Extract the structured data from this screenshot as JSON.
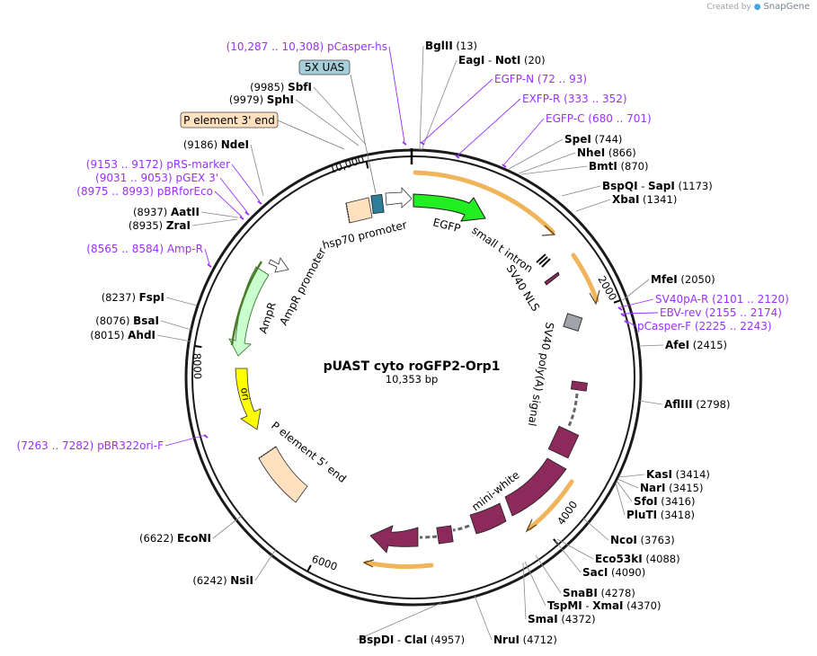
{
  "credit": {
    "prefix": "Created by",
    "brand": "SnapGene"
  },
  "plasmid": {
    "name": "pUAST cyto roGFP2-Orp1",
    "length_label": "10,353 bp",
    "length": 10353
  },
  "ticks": [
    {
      "bp": 2000,
      "label": "2000"
    },
    {
      "bp": 4000,
      "label": "4000"
    },
    {
      "bp": 6000,
      "label": "6000"
    },
    {
      "bp": 8000,
      "label": "8000"
    },
    {
      "bp": 10000,
      "label": "10,000"
    }
  ],
  "sites": [
    {
      "name": "BglII",
      "pos": "(13)"
    },
    {
      "name": "EagI",
      "name2": "NotI",
      "pos": "(20)"
    },
    {
      "name": "SpeI",
      "pos": "(744)"
    },
    {
      "name": "NheI",
      "pos": "(866)"
    },
    {
      "name": "BmtI",
      "pos": "(870)"
    },
    {
      "name": "BspQI",
      "name2": "SapI",
      "pos": "(1173)"
    },
    {
      "name": "XbaI",
      "pos": "(1341)"
    },
    {
      "name": "MfeI",
      "pos": "(2050)"
    },
    {
      "name": "AfeI",
      "pos": "(2415)"
    },
    {
      "name": "AflIII",
      "pos": "(2798)"
    },
    {
      "name": "KasI",
      "pos": "(3414)"
    },
    {
      "name": "NarI",
      "pos": "(3415)"
    },
    {
      "name": "SfoI",
      "pos": "(3416)"
    },
    {
      "name": "PluTI",
      "pos": "(3418)"
    },
    {
      "name": "NcoI",
      "pos": "(3763)"
    },
    {
      "name": "Eco53kI",
      "pos": "(4088)"
    },
    {
      "name": "SacI",
      "pos": "(4090)"
    },
    {
      "name": "SnaBI",
      "pos": "(4278)"
    },
    {
      "name": "TspMI",
      "name2": "XmaI",
      "pos": "(4370)"
    },
    {
      "name": "SmaI",
      "pos": "(4372)"
    },
    {
      "name": "NruI",
      "pos": "(4712)"
    },
    {
      "name": "BspDI",
      "name2": "ClaI",
      "pos": "(4957)"
    },
    {
      "name": "NsiI",
      "pos": "(6242)"
    },
    {
      "name": "EcoNI",
      "pos": "(6622)"
    },
    {
      "name": "AhdI",
      "pos": "(8015)"
    },
    {
      "name": "BsaI",
      "pos": "(8076)"
    },
    {
      "name": "FspI",
      "pos": "(8237)"
    },
    {
      "name": "ZraI",
      "pos": "(8935)"
    },
    {
      "name": "AatII",
      "pos": "(8937)"
    },
    {
      "name": "NdeI",
      "pos": "(9186)"
    },
    {
      "name": "SphI",
      "pos": "(9979)"
    },
    {
      "name": "SbfI",
      "pos": "(9985)"
    }
  ],
  "primers": [
    {
      "range": "(10,287 .. 10,308)",
      "name": "pCasper-hs"
    },
    {
      "name": "EGFP-N",
      "range": "(72 .. 93)"
    },
    {
      "name": "EXFP-R",
      "range": "(333 .. 352)"
    },
    {
      "name": "EGFP-C",
      "range": "(680 .. 701)"
    },
    {
      "name": "SV40pA-R",
      "range": "(2101 .. 2120)"
    },
    {
      "name": "EBV-rev",
      "range": "(2155 .. 2174)"
    },
    {
      "name": "pCasper-F",
      "range": "(2225 .. 2243)"
    },
    {
      "range": "(9153 .. 9172)",
      "name": "pRS-marker"
    },
    {
      "range": "(9031 .. 9053)",
      "name": "pGEX 3'"
    },
    {
      "range": "(8975 .. 8993)",
      "name": "pBRforEco"
    },
    {
      "range": "(8565 .. 8584)",
      "name": "Amp-R"
    },
    {
      "range": "(7263 .. 7282)",
      "name": "pBR322ori-F"
    }
  ],
  "features": {
    "uas": "5X UAS",
    "p3": "P element 3' end",
    "hsp70": "hsp70 promoter",
    "egfp": "EGFP",
    "small_t": "small t intron",
    "sv40nls": "SV40 NLS",
    "sv40pa": "SV40 poly(A) signal",
    "mini_white": "mini-white",
    "p5": "P element 5' end",
    "ori": "ori",
    "ampr": "AmpR",
    "ampr_promoter": "AmpR promoter"
  },
  "colors": {
    "backbone": "#1a1a1a",
    "primer": "#9b30ff",
    "egfp": "#22ee22",
    "mini_white": "#8b2a5b",
    "ori": "#ffff00",
    "ampr": "#c8ffcc",
    "p_element": "#ffe0bf",
    "uas": "#a7cfd9",
    "orf_arrow": "#f0b45a"
  }
}
